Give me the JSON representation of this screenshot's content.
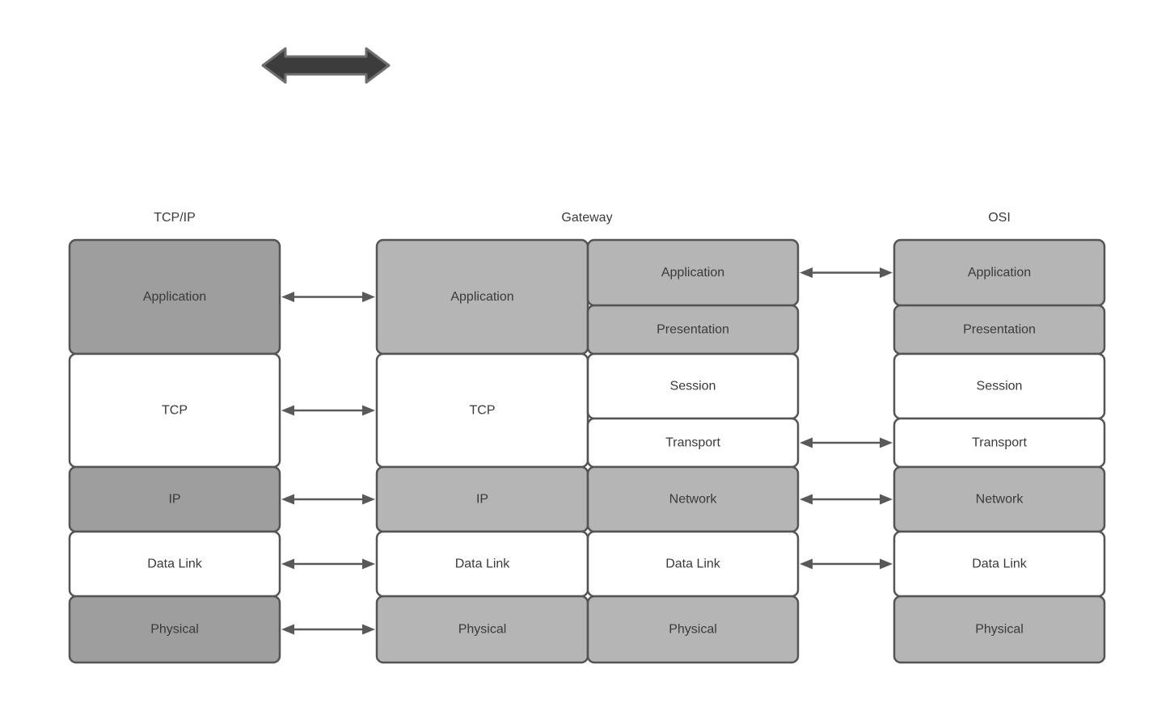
{
  "diagram": {
    "top_arrow": {
      "icon": "double-headed-arrow-icon"
    },
    "headers": [
      {
        "id": "tcpip",
        "label": "TCP/IP"
      },
      {
        "id": "gateway",
        "label": "Gateway"
      },
      {
        "id": "osi",
        "label": "OSI"
      }
    ],
    "columns": [
      {
        "id": "tcpip",
        "rows": [
          {
            "label": "Application",
            "shade": "dark"
          },
          {
            "label": "TCP",
            "shade": "white"
          },
          {
            "label": "IP",
            "shade": "dark"
          },
          {
            "label": "Data Link",
            "shade": "white"
          },
          {
            "label": "Physical",
            "shade": "dark"
          }
        ]
      },
      {
        "id": "gateway-left",
        "rows": [
          {
            "label": "Application",
            "shade": "light"
          },
          {
            "label": "TCP",
            "shade": "white"
          },
          {
            "label": "IP",
            "shade": "light"
          },
          {
            "label": "Data Link",
            "shade": "white"
          },
          {
            "label": "Physical",
            "shade": "light"
          }
        ]
      },
      {
        "id": "gateway-right",
        "rows": [
          {
            "label": "Application",
            "shade": "light"
          },
          {
            "label": "Presentation",
            "shade": "light"
          },
          {
            "label": "Session",
            "shade": "white"
          },
          {
            "label": "Transport",
            "shade": "white"
          },
          {
            "label": "Network",
            "shade": "light"
          },
          {
            "label": "Data Link",
            "shade": "white"
          },
          {
            "label": "Physical",
            "shade": "light"
          }
        ]
      },
      {
        "id": "osi",
        "rows": [
          {
            "label": "Application",
            "shade": "light"
          },
          {
            "label": "Presentation",
            "shade": "light"
          },
          {
            "label": "Session",
            "shade": "white"
          },
          {
            "label": "Transport",
            "shade": "white"
          },
          {
            "label": "Network",
            "shade": "light"
          },
          {
            "label": "Data Link",
            "shade": "white"
          },
          {
            "label": "Physical",
            "shade": "light"
          }
        ]
      }
    ],
    "connections": [
      {
        "id": "tcpip-gateway",
        "between": [
          "TCP/IP",
          "Gateway"
        ],
        "layers": [
          "Application",
          "TCP",
          "IP",
          "Data Link",
          "Physical"
        ]
      },
      {
        "id": "gateway-osi",
        "between": [
          "Gateway",
          "OSI"
        ],
        "layers": [
          "Application",
          "Transport",
          "Network",
          "Data Link"
        ]
      }
    ],
    "colors": {
      "background": "#ffffff",
      "box_dark": "#9e9e9e",
      "box_light": "#b5b5b5",
      "box_white": "#ffffff",
      "box_border": "#545454",
      "connector": "#595959",
      "arrow_fill": "#3c3c3c",
      "arrow_stroke": "#6e6e6e",
      "text": "#3a3a3a"
    }
  }
}
